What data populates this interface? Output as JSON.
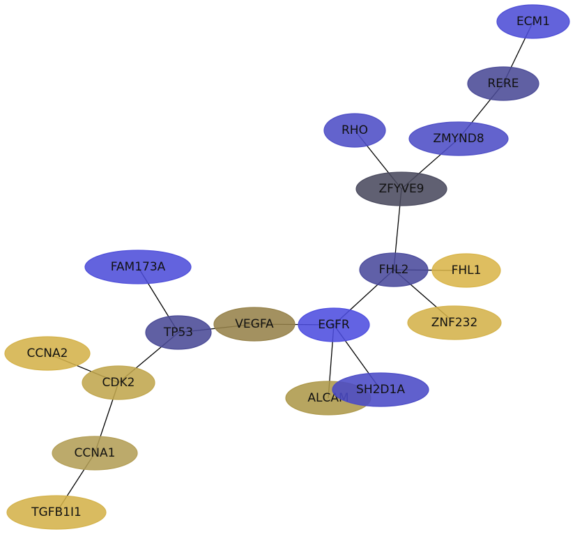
{
  "graph": {
    "nodes": [
      {
        "id": "ECM1",
        "label": "ECM1",
        "color": "#4d4dd6"
      },
      {
        "id": "RERE",
        "label": "RERE",
        "color": "#4a4a96"
      },
      {
        "id": "RHO",
        "label": "RHO",
        "color": "#4d4dc6"
      },
      {
        "id": "ZMYND8",
        "label": "ZMYND8",
        "color": "#4d4dc6"
      },
      {
        "id": "ZFYVE9",
        "label": "ZFYVE9",
        "color": "#4a4a5e"
      },
      {
        "id": "FHL2",
        "label": "FHL2",
        "color": "#4a4a9c"
      },
      {
        "id": "FHL1",
        "label": "FHL1",
        "color": "#d9b54a"
      },
      {
        "id": "ZNF232",
        "label": "ZNF232",
        "color": "#d4b24a"
      },
      {
        "id": "FAM173A",
        "label": "FAM173A",
        "color": "#4d4dd9"
      },
      {
        "id": "TP53",
        "label": "TP53",
        "color": "#4a4a96"
      },
      {
        "id": "VEGFA",
        "label": "VEGFA",
        "color": "#96824a"
      },
      {
        "id": "EGFR",
        "label": "EGFR",
        "color": "#4d4ddf"
      },
      {
        "id": "CCNA2",
        "label": "CCNA2",
        "color": "#d4b24a"
      },
      {
        "id": "CDK2",
        "label": "CDK2",
        "color": "#c0a64d"
      },
      {
        "id": "ALCAM",
        "label": "ALCAM",
        "color": "#ad984a"
      },
      {
        "id": "SH2D1A",
        "label": "SH2D1A",
        "color": "#4a4ac6"
      },
      {
        "id": "CCNA1",
        "label": "CCNA1",
        "color": "#b39e56"
      },
      {
        "id": "TGFB1I1",
        "label": "TGFB1I1",
        "color": "#d4b24a"
      }
    ],
    "edges": [
      [
        "ECM1",
        "RERE"
      ],
      [
        "RERE",
        "ZMYND8"
      ],
      [
        "RHO",
        "ZFYVE9"
      ],
      [
        "ZMYND8",
        "ZFYVE9"
      ],
      [
        "ZFYVE9",
        "FHL2"
      ],
      [
        "FHL2",
        "FHL1"
      ],
      [
        "FHL2",
        "ZNF232"
      ],
      [
        "FHL2",
        "EGFR"
      ],
      [
        "EGFR",
        "VEGFA"
      ],
      [
        "EGFR",
        "ALCAM"
      ],
      [
        "EGFR",
        "SH2D1A"
      ],
      [
        "VEGFA",
        "TP53"
      ],
      [
        "TP53",
        "FAM173A"
      ],
      [
        "TP53",
        "CDK2"
      ],
      [
        "CDK2",
        "CCNA2"
      ],
      [
        "CDK2",
        "CCNA1"
      ],
      [
        "CCNA1",
        "TGFB1I1"
      ]
    ]
  }
}
